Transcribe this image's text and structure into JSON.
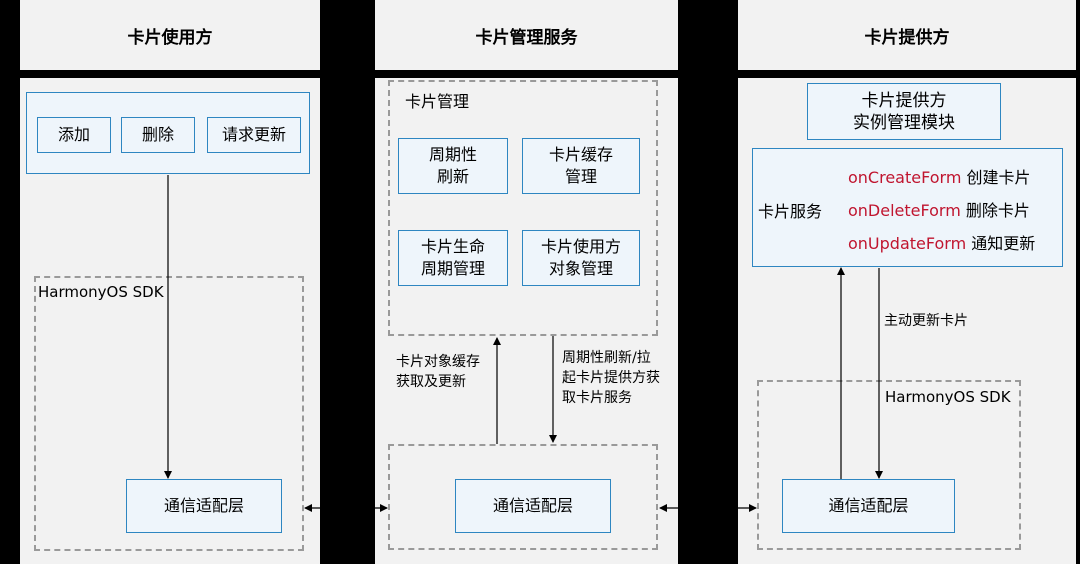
{
  "columns": {
    "consumer": {
      "title": "卡片使用方"
    },
    "manager": {
      "title": "卡片管理服务"
    },
    "provider": {
      "title": "卡片提供方"
    }
  },
  "consumer": {
    "actions": [
      "添加",
      "删除",
      "请求更新"
    ],
    "sdk_label": "HarmonyOS SDK",
    "adapter": "通信适配层"
  },
  "manager": {
    "group_label": "卡片管理",
    "modules": [
      [
        "周期性",
        "刷新"
      ],
      [
        "卡片缓存",
        "管理"
      ],
      [
        "卡片生命",
        "周期管理"
      ],
      [
        "卡片使用方",
        "对象管理"
      ]
    ],
    "arrow_up_label": [
      "卡片对象缓存",
      "获取及更新"
    ],
    "arrow_down_label": [
      "周期性刷新/拉",
      "起卡片提供方获",
      "取卡片服务"
    ],
    "adapter": "通信适配层"
  },
  "provider": {
    "instance_module": [
      "卡片提供方",
      "实例管理模块"
    ],
    "service_label": "卡片服务",
    "callbacks": [
      {
        "fn": "onCreateForm",
        "desc": "创建卡片"
      },
      {
        "fn": "onDeleteForm",
        "desc": "删除卡片"
      },
      {
        "fn": "onUpdateForm",
        "desc": "通知更新"
      }
    ],
    "arrow_label": "主动更新卡片",
    "sdk_label": "HarmonyOS SDK",
    "adapter": "通信适配层"
  },
  "colors": {
    "accent_border": "#2e86c1",
    "callback_text": "#c0152f"
  }
}
